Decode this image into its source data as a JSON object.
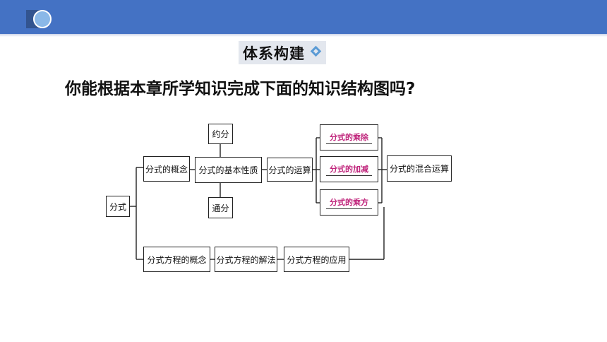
{
  "section_title": "体系构建",
  "question": "你能根据本章所学知识完成下面的知识结构图吗?",
  "diagram": {
    "root": "分式",
    "concept": "分式的概念",
    "basic_property": "分式的基本性质",
    "reduce": "约分",
    "common_denominator": "通分",
    "operations": "分式的运算",
    "mult_div": "分式的乘除",
    "add_sub": "分式的加减",
    "power": "分式的乘方",
    "mixed": "分式的混合运算",
    "equation_concept": "分式方程的概念",
    "equation_solution": "分式方程的解法",
    "equation_application": "分式方程的应用"
  }
}
